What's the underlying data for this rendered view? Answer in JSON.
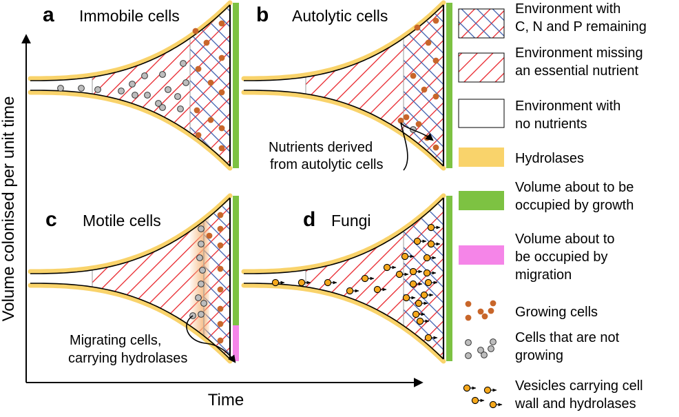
{
  "axes": {
    "y_label": "Volume colonised per unit time",
    "x_label": "Time"
  },
  "panels": [
    {
      "letter": "a",
      "title": "Immobile cells"
    },
    {
      "letter": "b",
      "title": "Autolytic cells"
    },
    {
      "letter": "c",
      "title": "Motile cells"
    },
    {
      "letter": "d",
      "title": "Fungi"
    }
  ],
  "annotations": {
    "autolytic": [
      "Nutrients derived",
      "from autolytic cells"
    ],
    "migrating": [
      "Migrating cells,",
      "carrying hydrolases"
    ]
  },
  "legend": [
    {
      "key": "cnp",
      "lines": [
        "Environment with",
        "C, N and P remaining"
      ]
    },
    {
      "key": "missing",
      "lines": [
        "Environment missing",
        "an essential nutrient"
      ]
    },
    {
      "key": "empty",
      "lines": [
        "Environment with",
        "no nutrients"
      ]
    },
    {
      "key": "hydrolases",
      "lines": [
        "Hydrolases"
      ]
    },
    {
      "key": "growth",
      "lines": [
        "Volume about to be",
        "occupied by growth"
      ]
    },
    {
      "key": "migration",
      "lines": [
        "Volume about to",
        "be occupied by",
        "migration"
      ]
    },
    {
      "key": "growing",
      "lines": [
        "Growing cells"
      ]
    },
    {
      "key": "notgrowing",
      "lines": [
        "Cells that are not",
        "growing"
      ]
    },
    {
      "key": "vesicles",
      "lines": [
        "Vesicles carrying cell",
        "wall and hydrolases"
      ]
    }
  ],
  "colors": {
    "hydrolase": "#F9D36B",
    "red_hatch": "#E8242B",
    "blue_hatch": "#3D5FAF",
    "growth": "#7DC242",
    "migration": "#F585E8",
    "growing_cell": "#C8662A",
    "resting_cell": "#BDBDBD",
    "vesicle": "#F5A81C"
  }
}
